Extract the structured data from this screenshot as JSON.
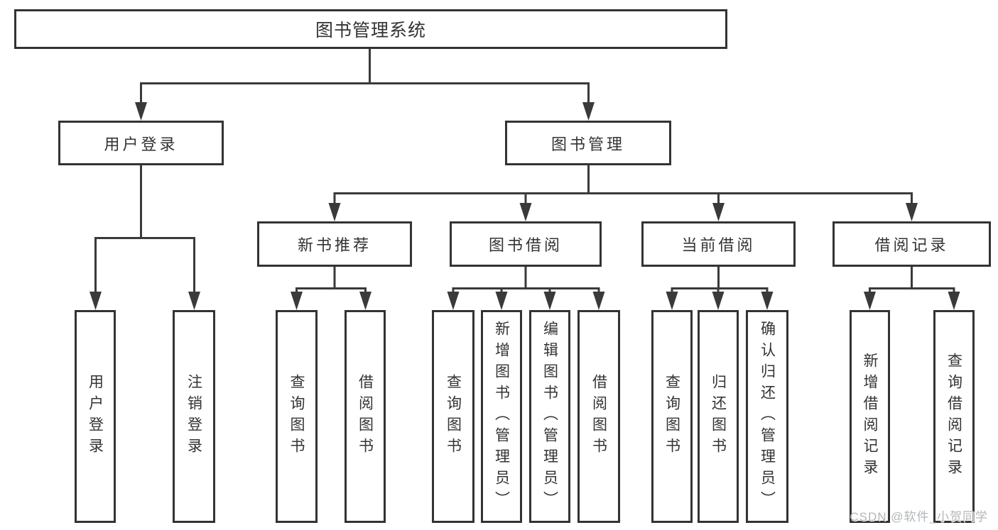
{
  "tree": {
    "root": "图书管理系统",
    "level2": {
      "user_login": "用户登录",
      "book_mgmt": "图书管理"
    },
    "level3": {
      "new_books": "新书推荐",
      "book_borrow": "图书借阅",
      "current_borrow": "当前借阅",
      "borrow_records": "借阅记录"
    },
    "leaves": {
      "user_login": [
        "用户登录",
        "注销登录"
      ],
      "new_books": [
        "查询图书",
        "借阅图书"
      ],
      "book_borrow": [
        "查询图书",
        "新增图书（管理员）",
        "编辑图书（管理员）",
        "借阅图书"
      ],
      "current_borrow": [
        "查询图书",
        "归还图书",
        "确认归还（管理员）"
      ],
      "borrow_records": [
        "新增借阅记录",
        "查询借阅记录"
      ]
    }
  },
  "watermark": "CSDN @软件_小贺同学",
  "colors": {
    "line": "#3a3a3a",
    "border": "#333333",
    "text": "#333333",
    "watermark": "#b2b6b9",
    "background": "#ffffff"
  }
}
